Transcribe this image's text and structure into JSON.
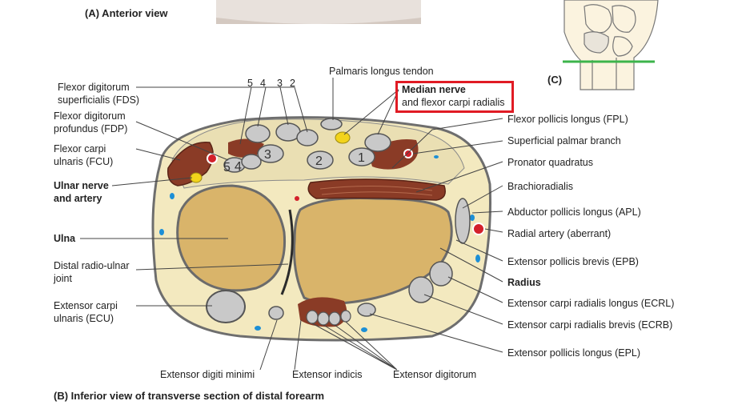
{
  "headings": {
    "anterior": "(A) Anterior view",
    "inferior": "(B) Inferior view of transverse section of distal forearm",
    "panel_c": "(C)"
  },
  "tendon_numbers": [
    "5",
    "4",
    "3",
    "2"
  ],
  "tendon_number_marks": [
    "5",
    "4",
    "3",
    "2",
    "1"
  ],
  "left_labels": [
    {
      "line1": "Flexor digitorum",
      "line2": "superficialis (FDS)",
      "bold": false
    },
    {
      "line1": "Flexor digitorum",
      "line2": "profundus (FDP)",
      "bold": false
    },
    {
      "line1": "Flexor carpi",
      "line2": "ulnaris (FCU)",
      "bold": false
    },
    {
      "line1": "Ulnar nerve",
      "line2": "and artery",
      "bold": true
    },
    {
      "line1": "Ulna",
      "line2": "",
      "bold": true
    },
    {
      "line1": "Distal radio-ulnar",
      "line2": "joint",
      "bold": false
    },
    {
      "line1": "Extensor carpi",
      "line2": "ulnaris (ECU)",
      "bold": false
    }
  ],
  "top_labels": {
    "palmaris": "Palmaris longus tendon",
    "median_line1": "Median nerve",
    "median_line2": "and flexor carpi radialis"
  },
  "right_labels": [
    {
      "text": "Flexor pollicis longus (FPL)",
      "bold": false
    },
    {
      "text": "Superficial palmar branch",
      "bold": false
    },
    {
      "text": "Pronator quadratus",
      "bold": false
    },
    {
      "text": "Brachioradialis",
      "bold": false
    },
    {
      "text": "Abductor pollicis longus (APL)",
      "bold": false
    },
    {
      "text": "Radial artery (aberrant)",
      "bold": false
    },
    {
      "text": "Extensor pollicis brevis (EPB)",
      "bold": false
    },
    {
      "text": "Radius",
      "bold": true
    },
    {
      "text": "Extensor carpi radialis longus (ECRL)",
      "bold": false
    },
    {
      "text": "Extensor carpi radialis brevis (ECRB)",
      "bold": false
    },
    {
      "text": "Extensor pollicis longus (EPL)",
      "bold": false
    }
  ],
  "bottom_labels": [
    "Extensor digiti minimi",
    "Extensor indicis",
    "Extensor digitorum"
  ],
  "colors": {
    "highlight_box": "#e01b24",
    "bone": "#d9b46a",
    "muscle": "#8a3b26",
    "tendon": "#c9c9c9",
    "nerve": "#f2d31b",
    "artery": "#d3202a",
    "vein": "#1c8fd6",
    "section_line": "#3cb44b"
  }
}
